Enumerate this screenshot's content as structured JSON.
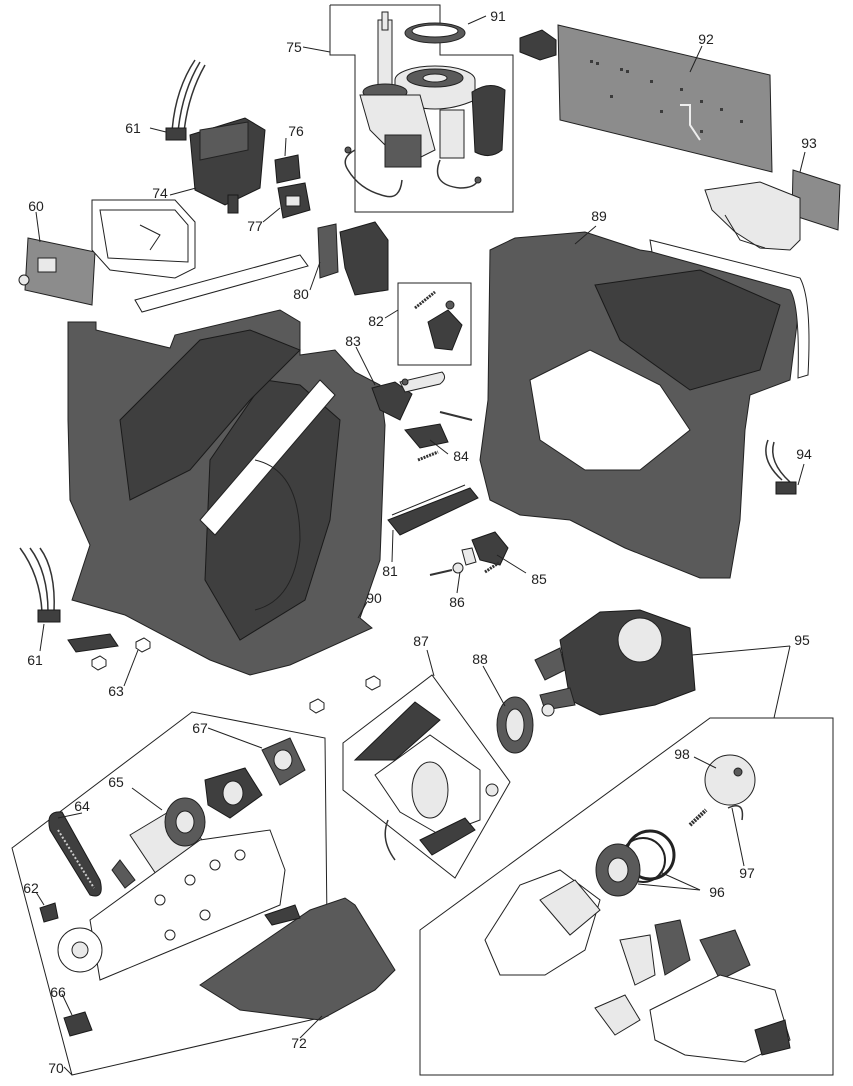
{
  "diagram": {
    "title": "",
    "part_labels": [
      {
        "id": "p60",
        "text": "60"
      },
      {
        "id": "p61a",
        "text": "61"
      },
      {
        "id": "p61b",
        "text": "61"
      },
      {
        "id": "p62",
        "text": "62"
      },
      {
        "id": "p63",
        "text": "63"
      },
      {
        "id": "p64",
        "text": "64"
      },
      {
        "id": "p65",
        "text": "65"
      },
      {
        "id": "p66",
        "text": "66"
      },
      {
        "id": "p67",
        "text": "67"
      },
      {
        "id": "p70",
        "text": "70"
      },
      {
        "id": "p72",
        "text": "72"
      },
      {
        "id": "p74",
        "text": "74"
      },
      {
        "id": "p75",
        "text": "75"
      },
      {
        "id": "p76",
        "text": "76"
      },
      {
        "id": "p77",
        "text": "77"
      },
      {
        "id": "p80",
        "text": "80"
      },
      {
        "id": "p81",
        "text": "81"
      },
      {
        "id": "p82",
        "text": "82"
      },
      {
        "id": "p83",
        "text": "83"
      },
      {
        "id": "p84",
        "text": "84"
      },
      {
        "id": "p85",
        "text": "85"
      },
      {
        "id": "p86",
        "text": "86"
      },
      {
        "id": "p87",
        "text": "87"
      },
      {
        "id": "p88",
        "text": "88"
      },
      {
        "id": "p89",
        "text": "89"
      },
      {
        "id": "p90",
        "text": "90"
      },
      {
        "id": "p91",
        "text": "91"
      },
      {
        "id": "p92",
        "text": "92"
      },
      {
        "id": "p93",
        "text": "93"
      },
      {
        "id": "p94",
        "text": "94"
      },
      {
        "id": "p95",
        "text": "95"
      },
      {
        "id": "p96",
        "text": "96"
      },
      {
        "id": "p97",
        "text": "97"
      },
      {
        "id": "p98",
        "text": "98"
      }
    ]
  }
}
